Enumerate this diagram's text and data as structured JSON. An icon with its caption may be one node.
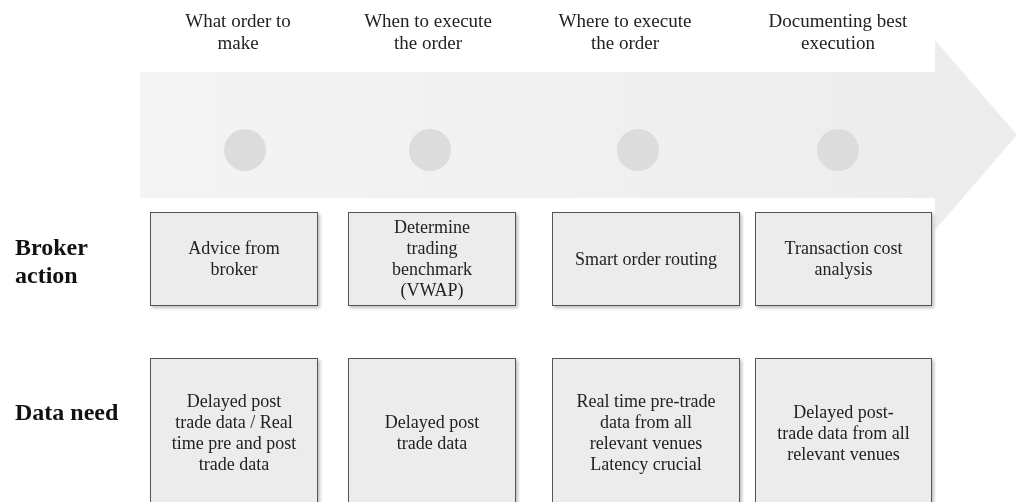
{
  "diagram": {
    "nodes": [
      {
        "text": [
          "What order to make"
        ]
      },
      {
        "text": [
          "When to execute the order"
        ]
      },
      {
        "text": [
          "Where to execute the order"
        ]
      },
      {
        "text": [
          "Documenting best execution"
        ]
      },
      {
        "text": [
          "Advice from broker"
        ]
      },
      {
        "text": [
          "Determine trading benchmark (VWAP)"
        ]
      },
      {
        "text": [
          "Smart order routing"
        ]
      },
      {
        "text": [
          "Transaction cost analysis"
        ]
      },
      {
        "text": [
          "Delayed post trade data / Real time pre and post trade data"
        ]
      },
      {
        "text": [
          "Delayed post trade data"
        ]
      },
      {
        "text": [
          "Real time pre-trade data from all relevant venues Latency crucial"
        ]
      },
      {
        "text": [
          "Delayed post-trade data from all relevant venues"
        ]
      }
    ],
    "edges": [],
    "labels": [
      "Broker action",
      "Data need"
    ]
  }
}
